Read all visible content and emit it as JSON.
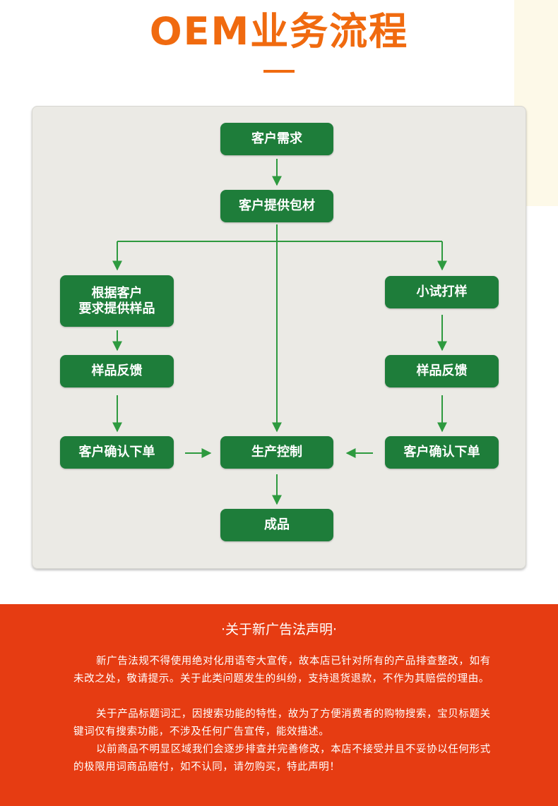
{
  "title": "OEM业务流程",
  "flow": {
    "nodes": {
      "req": "客户需求",
      "pkg": "客户提供包材",
      "sample_left": "根据客户\n要求提供样品",
      "trial": "小试打样",
      "feedback_left": "样品反馈",
      "feedback_right": "样品反馈",
      "order_left": "客户确认下单",
      "production": "生产控制",
      "order_right": "客户确认下单",
      "finished": "成品"
    },
    "colors": {
      "node": "#1e7d3a",
      "arrow": "#2e9a3f",
      "panel": "#ebeae5"
    }
  },
  "notice": {
    "title": "·关于新广告法声明·",
    "paragraphs": [
      "新广告法规不得使用绝对化用语夸大宣传，故本店已针对所有的产品排查整改，如有未改之处，敬请提示。关于此类问题发生的纠纷，支持退货退款，不作为其赔偿的理由。",
      "关于产品标题词汇，因搜索功能的特性，故为了方便消费者的购物搜索，宝贝标题关键词仅有搜索功能，不涉及任何广告宣传，能效描述。",
      "以前商品不明显区域我们会逐步排查并完善修改，本店不接受并且不妥协以任何形式的极限用词商品赔付，如不认同，请勿购买，特此声明！"
    ],
    "colors": {
      "background": "#e63c12",
      "text": "#ffffff"
    }
  },
  "accent_color": "#f06a0f"
}
